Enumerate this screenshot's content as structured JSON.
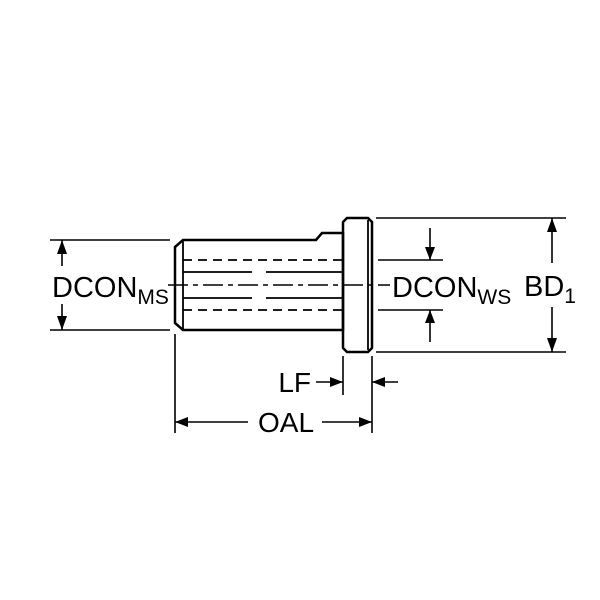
{
  "drawing": {
    "labels": {
      "dcon_ms_main": "DCON",
      "dcon_ms_sub": "MS",
      "dcon_ws_main": "DCON",
      "dcon_ws_sub": "WS",
      "bd_main": "BD",
      "bd_sub": "1",
      "lf": "LF",
      "oal": "OAL"
    },
    "colors": {
      "background": "#ffffff",
      "part_fill": "#ccd8e2",
      "line": "#000000"
    }
  }
}
